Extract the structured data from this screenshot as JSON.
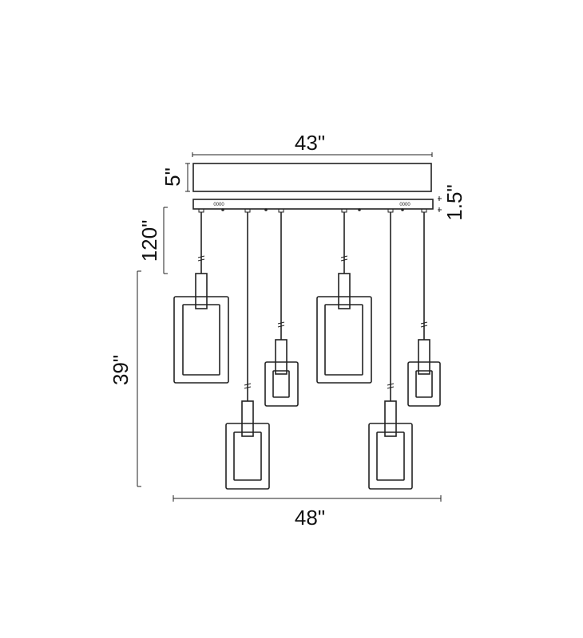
{
  "dimensions": {
    "canopy_width": "43\"",
    "canopy_height": "5\"",
    "plate_height": "1.5\"",
    "cable_length": "120\"",
    "fixture_height": "39\"",
    "overall_width": "48\""
  },
  "plate_labels": [
    "0000",
    "0000"
  ],
  "colors": {
    "line": "#222222",
    "background": "#ffffff"
  }
}
